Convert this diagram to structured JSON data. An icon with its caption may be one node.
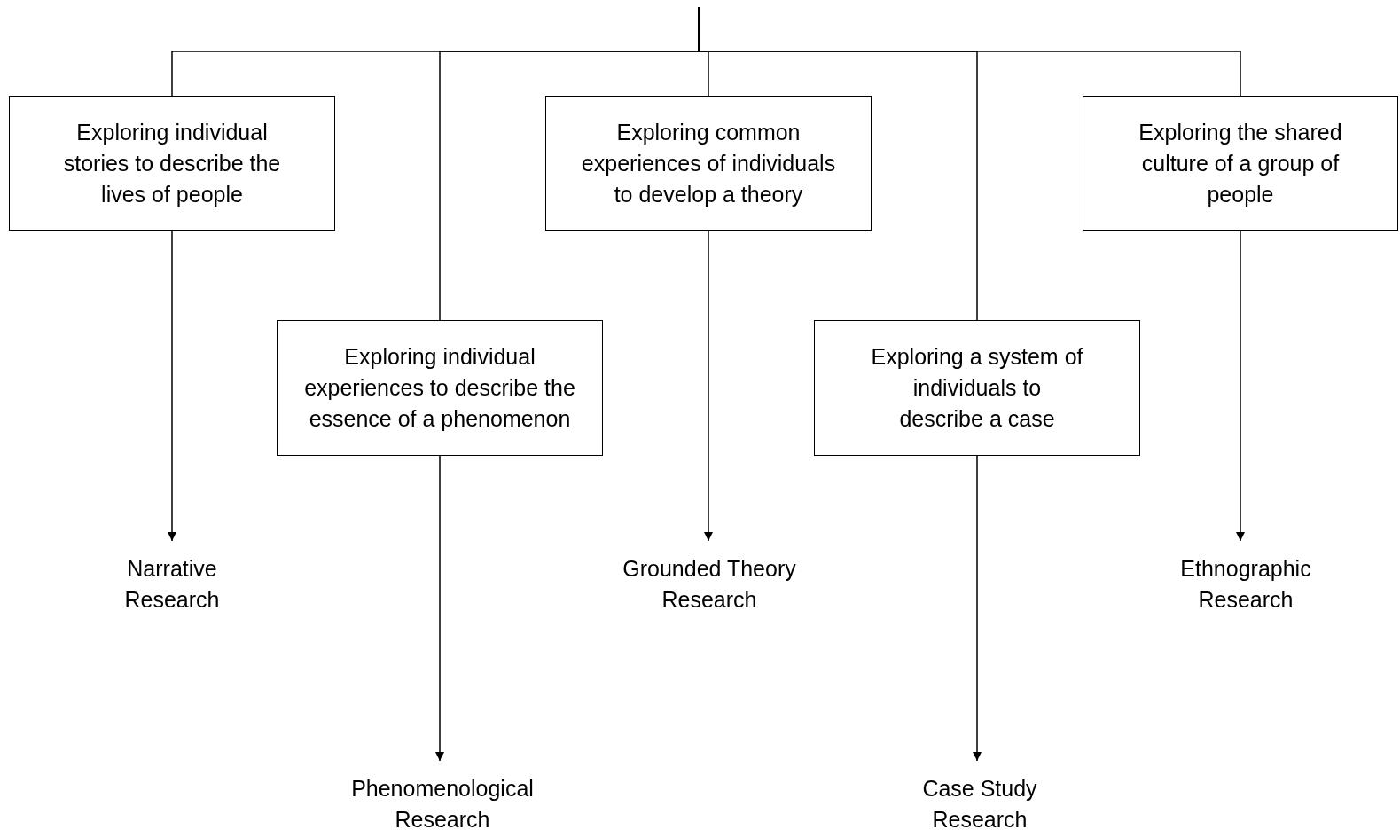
{
  "diagram": {
    "nodes": [
      {
        "text": [
          "Exploring individual stories to describe the lives of people"
        ]
      },
      {
        "text": [
          "Exploring individual experiences to describe the essence of a phenomenon"
        ]
      },
      {
        "text": [
          "Exploring common experiences of individuals to develop a theory"
        ]
      },
      {
        "text": [
          "Exploring a system of individuals to describe a case"
        ]
      },
      {
        "text": [
          "Exploring the shared culture of a group of people"
        ]
      },
      {
        "text": [
          "Narrative Research"
        ]
      },
      {
        "text": [
          "Phenomenological Research"
        ]
      },
      {
        "text": [
          "Grounded Theory Research"
        ]
      },
      {
        "text": [
          "Case Study Research"
        ]
      },
      {
        "text": [
          "Ethnographic Research"
        ]
      }
    ],
    "edges": [
      {
        "from": null,
        "to": 0,
        "arrow": "none"
      },
      {
        "from": null,
        "to": 1,
        "arrow": "none"
      },
      {
        "from": null,
        "to": 2,
        "arrow": "none"
      },
      {
        "from": null,
        "to": 3,
        "arrow": "none"
      },
      {
        "from": null,
        "to": 4,
        "arrow": "none"
      },
      {
        "from": 0,
        "to": 5,
        "arrow": "to"
      },
      {
        "from": 1,
        "to": 6,
        "arrow": "to"
      },
      {
        "from": 2,
        "to": 7,
        "arrow": "to"
      },
      {
        "from": 3,
        "to": 8,
        "arrow": "to"
      },
      {
        "from": 4,
        "to": 9,
        "arrow": "to"
      }
    ]
  }
}
